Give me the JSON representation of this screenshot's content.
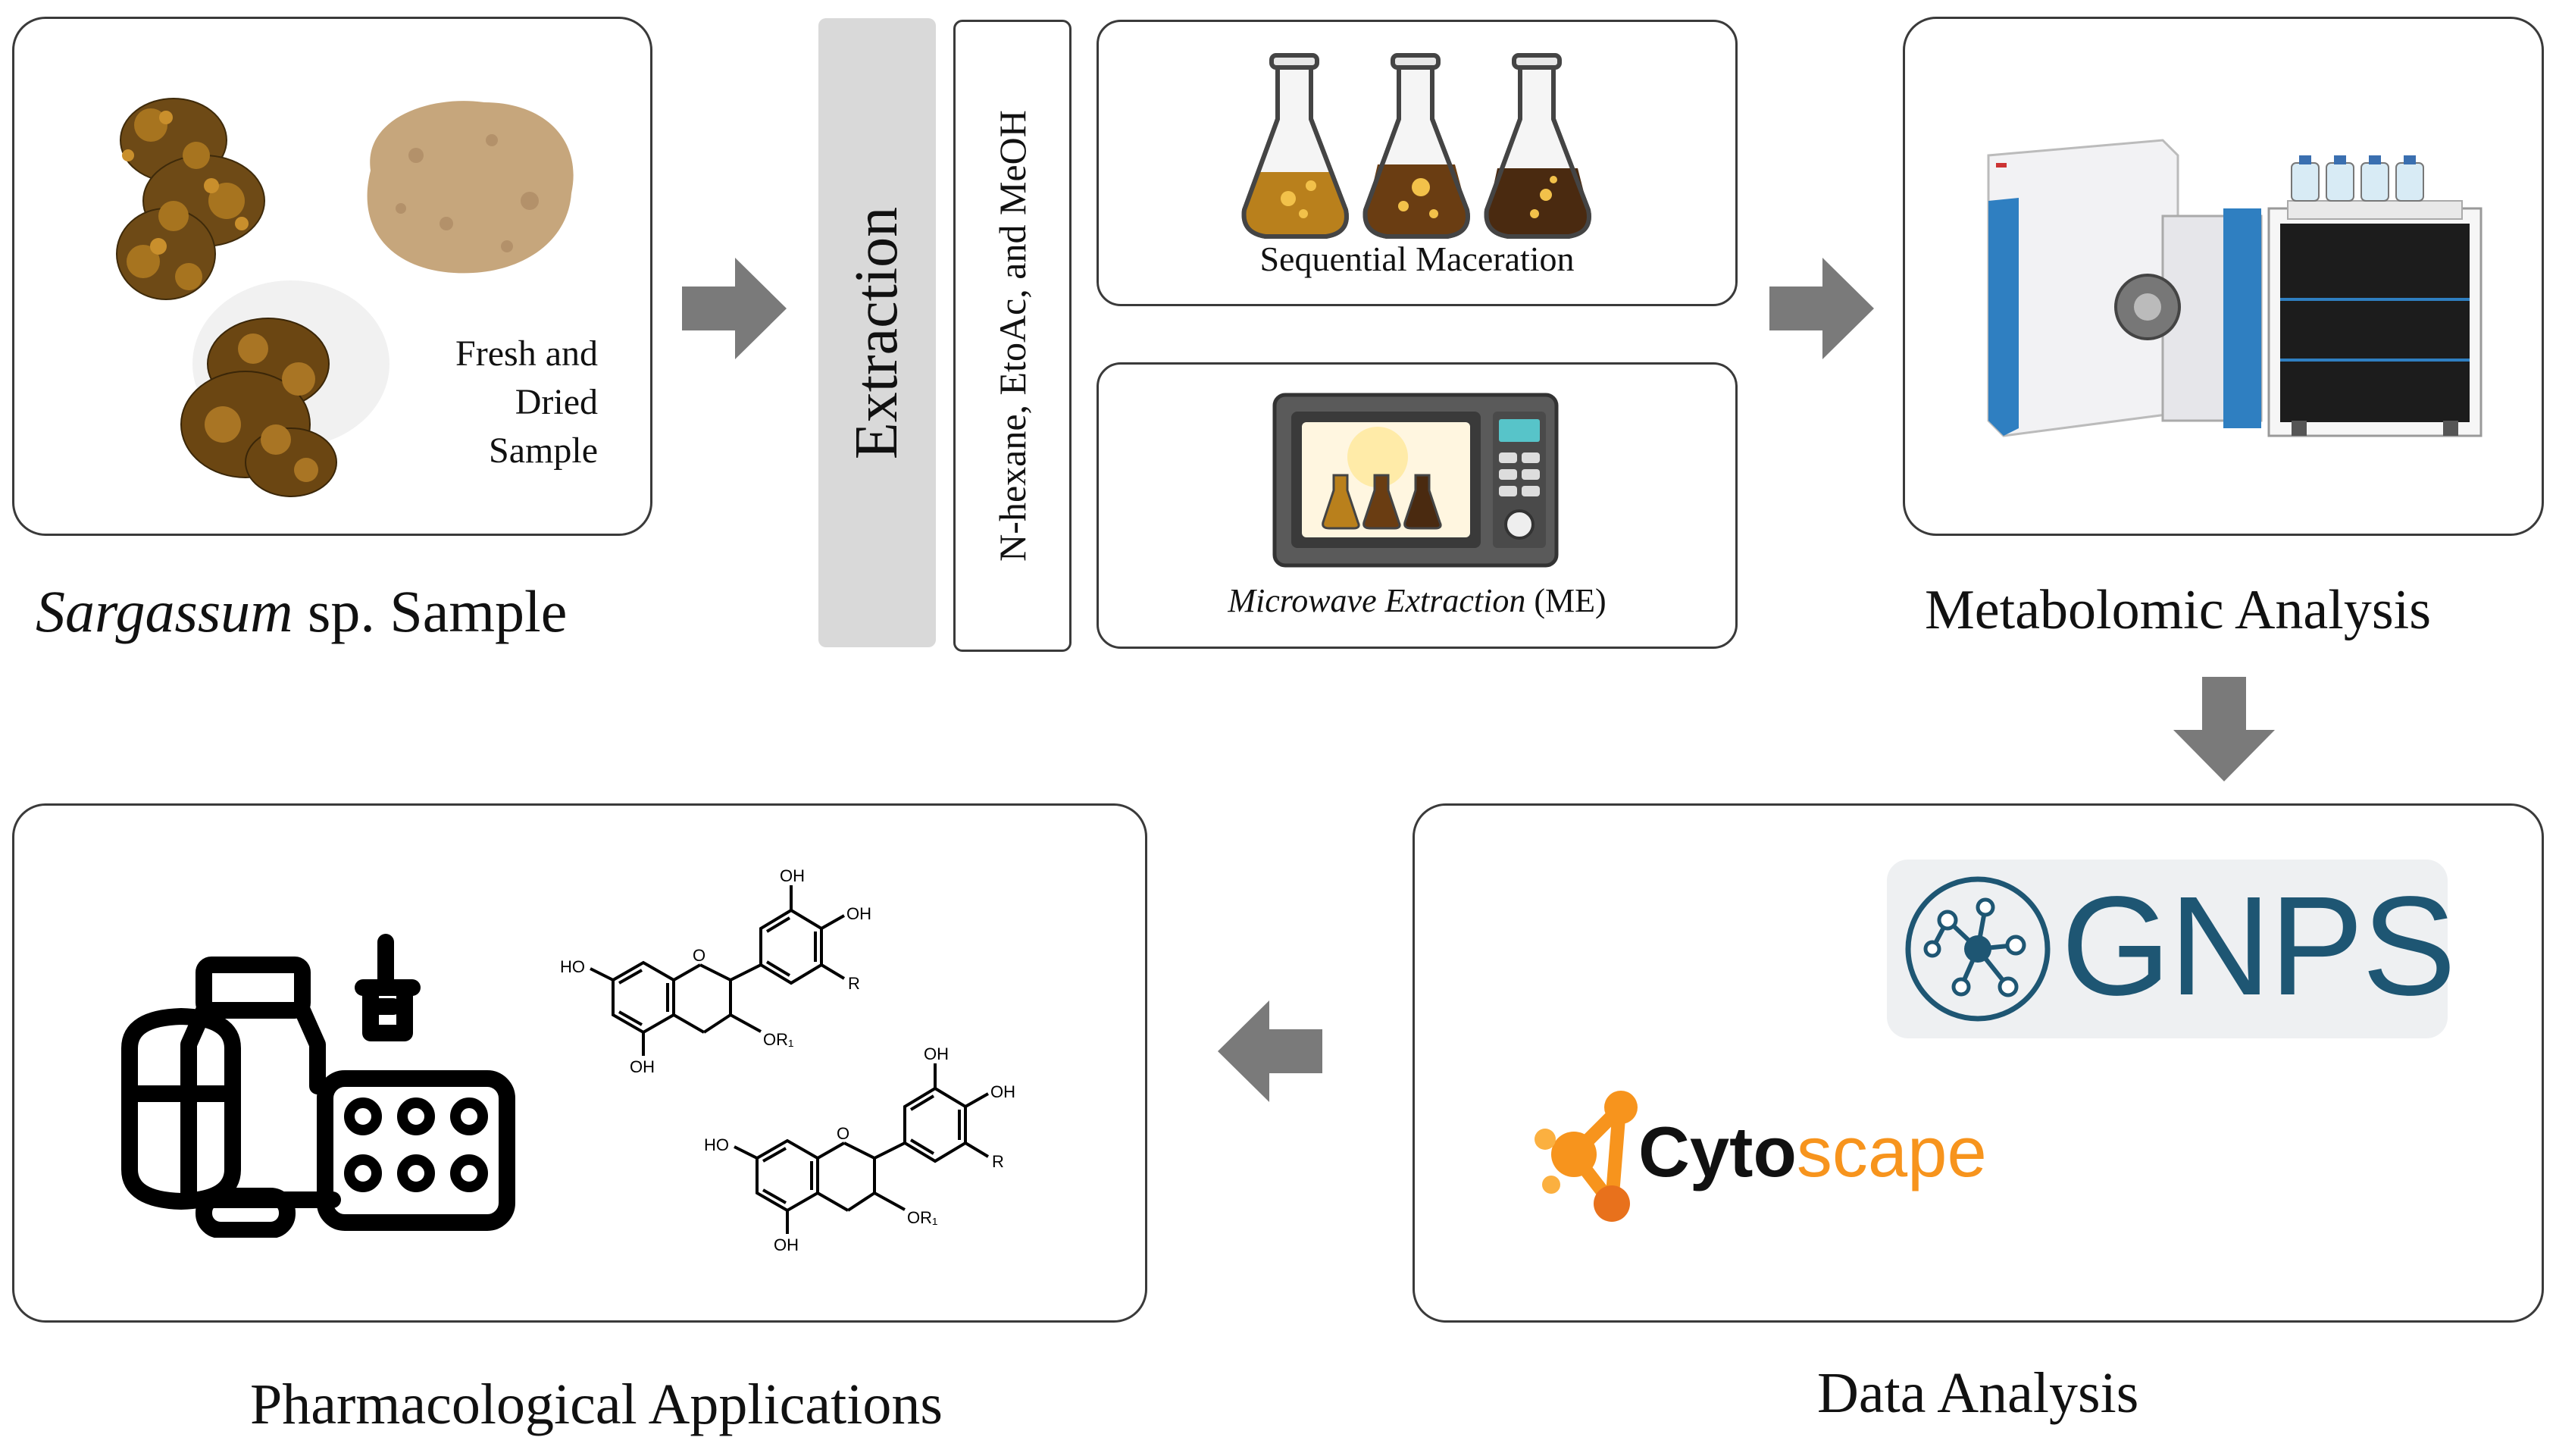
{
  "sample": {
    "caption_italic": "Sargassum",
    "caption_rest": " sp. Sample",
    "fresh_dried_label": [
      "Fresh and",
      "Dried",
      "Sample"
    ]
  },
  "extraction": {
    "title": "Extraction",
    "solvents": "N-hexane, EtoAc, and MeOH",
    "sequential_label": "Sequential Maceration",
    "microwave_italic": "Microwave Extraction",
    "microwave_rest": " (ME)"
  },
  "metabolomic": {
    "caption": "Metabolomic Analysis"
  },
  "data_analysis": {
    "caption": "Data Analysis",
    "gnps_label": "GNPS",
    "cytoscape_cyto": "Cyto",
    "cytoscape_scape": "scape"
  },
  "pharma": {
    "caption": "Pharmacological Applications"
  },
  "chem": {
    "oh": "OH",
    "ho": "HO",
    "r": "R",
    "or1": "OR₁",
    "o": "O"
  },
  "colors": {
    "border": "#3a3a3a",
    "arrow": "#7a7a7a",
    "extraction_box": "#d9d9d9",
    "gnps_bg": "#eef0f2",
    "gnps_blue": "#1e5673",
    "cytoscape_orange": "#f7941d"
  }
}
